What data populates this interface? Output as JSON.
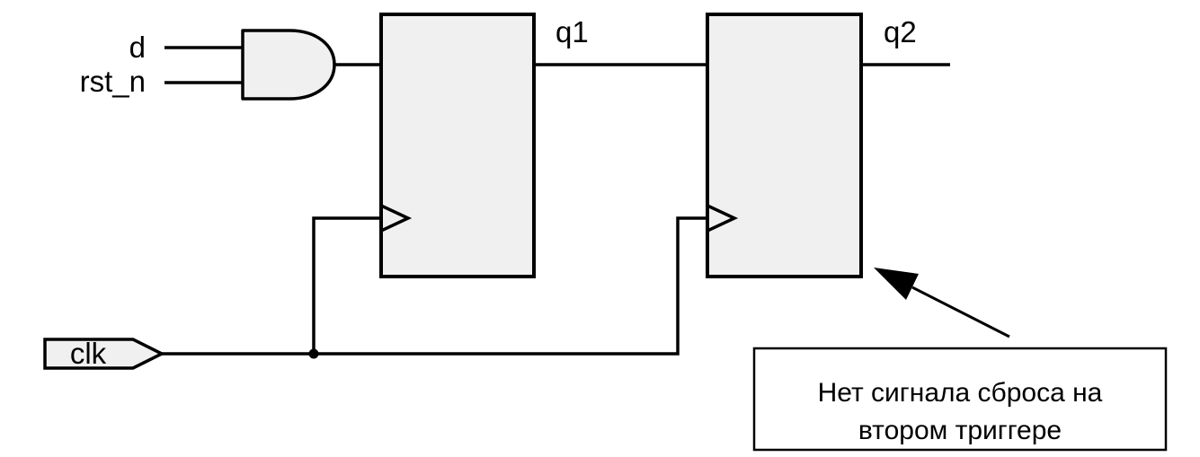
{
  "colors": {
    "background": "#ffffff",
    "shape_fill": "#f0f0f0",
    "stroke": "#000000",
    "annotation_fill": "#ffffff"
  },
  "signals": {
    "d": "d",
    "rst_n": "rst_n",
    "clk": "clk",
    "q1": "q1",
    "q2": "q2"
  },
  "annotation": {
    "line1": "Нет сигнала сброса на",
    "line2": "втором триггере"
  }
}
